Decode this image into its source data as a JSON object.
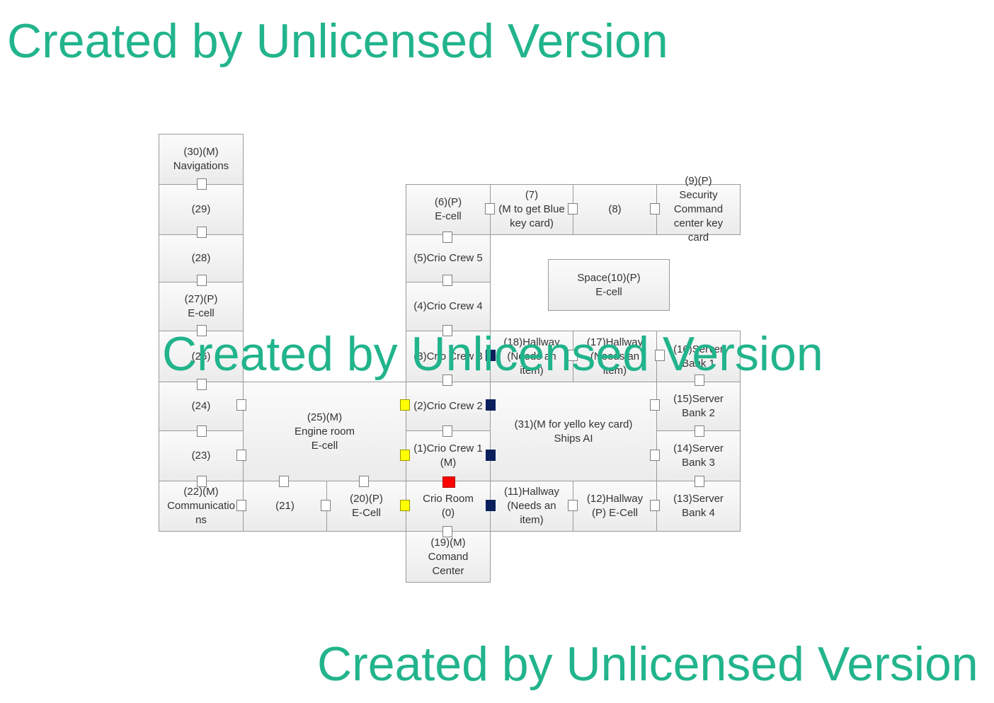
{
  "watermark": "Created by Unlicensed Version",
  "rooms": {
    "r30": "(30)(M)\nNavigations",
    "r29": "(29)",
    "r28": "(28)",
    "r27": "(27)(P)\nE-cell",
    "r26": "(26)",
    "r24": "(24)",
    "r23": "(23)",
    "r22": "(22)(M)\nCommunicatio\nns",
    "r21": "(21)",
    "r20": "(20)(P)\nE-Cell",
    "r25": "(25)(M)\nEngine room\nE-cell",
    "r6": "(6)(P)\nE-cell",
    "r7": "(7)\n(M to get Blue\nkey card)",
    "r8": "(8)",
    "r9": "(9)(P)\nSecurity\nCommand\ncenter key\ncard",
    "r10": "Space(10)(P)\nE-cell",
    "r5": "(5)Crio Crew 5",
    "r4": "(4)Crio Crew 4",
    "r3": "(3)Crio Crew 3",
    "r18": "(18)Hallway\n(Needs an\nitem)",
    "r17": "(17)Hallway\n(Needs an\nitem)",
    "r16": "(16)Server\nBank 1",
    "r2": "(2)Crio Crew 2",
    "r31": "(31)(M for yello key card)\nShips AI",
    "r15": "(15)Server\nBank 2",
    "r1": "(1)Crio Crew 1\n(M)",
    "r14": "(14)Server\nBank 3",
    "r0": "Crio Room\n(0)",
    "r11": "(11)Hallway\n(Needs an\nitem)",
    "r12": "(12)Hallway\n(P) E-Cell",
    "r13": "(13)Server\nBank 4",
    "r19": "(19)(M)\nComand\nCenter"
  },
  "colors": {
    "watermark": "#22b48c",
    "door": "#ffffff",
    "yellow_key_door": "#ffff00",
    "blue_key_door": "#0a1f5c",
    "start_marker": "#ff0000"
  }
}
